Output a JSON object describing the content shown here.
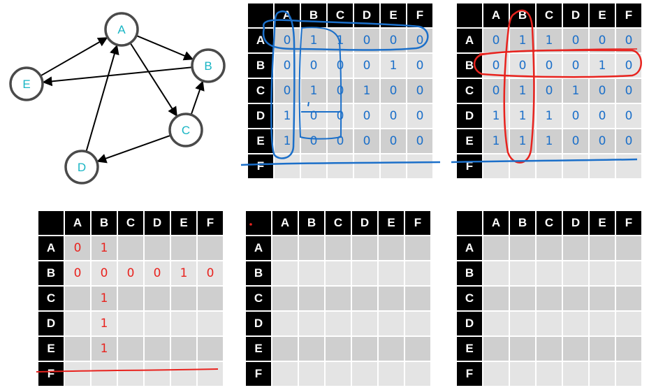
{
  "graph": {
    "nodes": [
      {
        "id": "A",
        "label": "A"
      },
      {
        "id": "B",
        "label": "B"
      },
      {
        "id": "C",
        "label": "C"
      },
      {
        "id": "D",
        "label": "D"
      },
      {
        "id": "E",
        "label": "E"
      }
    ],
    "edges": [
      {
        "from": "A",
        "to": "B"
      },
      {
        "from": "A",
        "to": "C"
      },
      {
        "from": "B",
        "to": "E"
      },
      {
        "from": "C",
        "to": "B"
      },
      {
        "from": "C",
        "to": "D"
      },
      {
        "from": "D",
        "to": "A"
      },
      {
        "from": "E",
        "to": "A"
      }
    ]
  },
  "matrices": [
    {
      "columns": [
        "A",
        "B",
        "C",
        "D",
        "E",
        "F"
      ],
      "rows": [
        "A",
        "B",
        "C",
        "D",
        "E",
        "F"
      ],
      "ink": "blue",
      "cells": [
        [
          "0",
          "1",
          "1",
          "0",
          "0",
          "0"
        ],
        [
          "0",
          "0",
          "0",
          "0",
          "1",
          "0"
        ],
        [
          "0",
          "1",
          "0",
          "1",
          "0",
          "0"
        ],
        [
          "1",
          "0",
          "0",
          "0",
          "0",
          "0"
        ],
        [
          "1",
          "0",
          "0",
          "0",
          "0",
          "0"
        ],
        [
          "",
          "",
          "",
          "",
          "",
          ""
        ]
      ]
    },
    {
      "columns": [
        "A",
        "B",
        "C",
        "D",
        "E",
        "F"
      ],
      "rows": [
        "A",
        "B",
        "C",
        "D",
        "E",
        "F"
      ],
      "ink": "blue",
      "cells": [
        [
          "0",
          "1",
          "1",
          "0",
          "0",
          "0"
        ],
        [
          "0",
          "0",
          "0",
          "0",
          "1",
          "0"
        ],
        [
          "0",
          "1",
          "0",
          "1",
          "0",
          "0"
        ],
        [
          "1",
          "1",
          "1",
          "0",
          "0",
          "0"
        ],
        [
          "1",
          "1",
          "1",
          "0",
          "0",
          "0"
        ],
        [
          "",
          "",
          "",
          "",
          "",
          ""
        ]
      ]
    },
    {
      "columns": [
        "A",
        "B",
        "C",
        "D",
        "E",
        "F"
      ],
      "rows": [
        "A",
        "B",
        "C",
        "D",
        "E",
        "F"
      ],
      "ink": "red",
      "cells": [
        [
          "0",
          "1",
          "",
          "",
          "",
          ""
        ],
        [
          "0",
          "0",
          "0",
          "0",
          "1",
          "0"
        ],
        [
          "",
          "1",
          "",
          "",
          "",
          ""
        ],
        [
          "",
          "1",
          "",
          "",
          "",
          ""
        ],
        [
          "",
          "1",
          "",
          "",
          "",
          ""
        ],
        [
          "",
          "",
          "",
          "",
          "",
          ""
        ]
      ]
    },
    {
      "columns": [
        "A",
        "B",
        "C",
        "D",
        "E",
        "F"
      ],
      "rows": [
        "A",
        "B",
        "C",
        "D",
        "E",
        "F"
      ],
      "ink": "blue",
      "cells": [
        [
          "",
          "",
          "",
          "",
          "",
          ""
        ],
        [
          "",
          "",
          "",
          "",
          "",
          ""
        ],
        [
          "",
          "",
          "",
          "",
          "",
          ""
        ],
        [
          "",
          "",
          "",
          "",
          "",
          ""
        ],
        [
          "",
          "",
          "",
          "",
          "",
          ""
        ],
        [
          "",
          "",
          "",
          "",
          "",
          ""
        ]
      ]
    },
    {
      "columns": [
        "A",
        "B",
        "C",
        "D",
        "E",
        "F"
      ],
      "rows": [
        "A",
        "B",
        "C",
        "D",
        "E",
        "F"
      ],
      "ink": "blue",
      "cells": [
        [
          "",
          "",
          "",
          "",
          "",
          ""
        ],
        [
          "",
          "",
          "",
          "",
          "",
          ""
        ],
        [
          "",
          "",
          "",
          "",
          "",
          ""
        ],
        [
          "",
          "",
          "",
          "",
          "",
          ""
        ],
        [
          "",
          "",
          "",
          "",
          "",
          ""
        ],
        [
          "",
          "",
          "",
          "",
          "",
          ""
        ]
      ]
    }
  ],
  "colors": {
    "node_label": "#18b5c4",
    "node_stroke": "#4a4a4a",
    "header_bg": "#000000",
    "cell_light": "#e4e4e4",
    "cell_dark": "#cfcfcf",
    "ink_blue": "#1b6fc9",
    "ink_red": "#e8231e"
  }
}
